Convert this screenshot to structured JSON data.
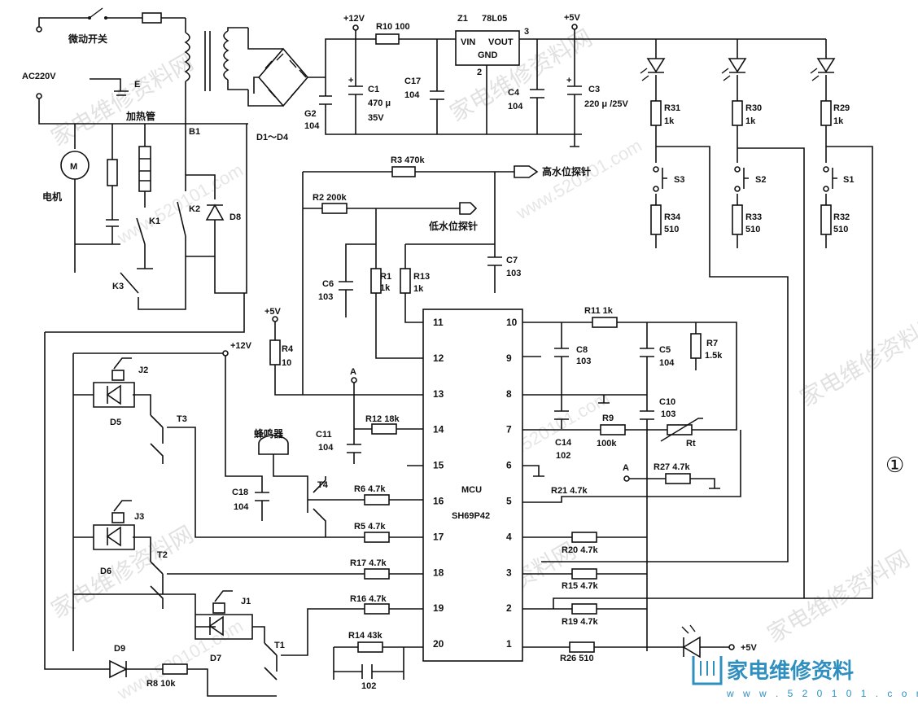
{
  "figure_number": "①",
  "watermark": {
    "site_cn": "家电维修资料网",
    "url": "www.520101.com"
  },
  "brand": {
    "name": "家电维修资料",
    "url": "w w w . 5 2 0 1 0 1 . c o m"
  },
  "power": {
    "mains": "AC220V",
    "micro_switch": "微动开关",
    "earth": "E",
    "heater": "加热管",
    "motor_symbol": "M",
    "motor": "电机",
    "transformer": "B1",
    "bridge": "D1～D4",
    "plus12v": "+12V",
    "plus5v": "+5V"
  },
  "regulator": {
    "ref": "Z1",
    "part": "78L05",
    "vin": "VIN",
    "vout": "VOUT",
    "gnd": "GND",
    "pin_out": "3",
    "pin_gnd": "2"
  },
  "components": {
    "R10": "R10  100",
    "C1": "C1",
    "C1v": "470 μ",
    "C1u": "35V",
    "C2": "G2",
    "C2v": "104",
    "C17": "C17",
    "C17v": "104",
    "C4": "C4",
    "C4v": "104",
    "C3": "C3",
    "C3v": "220 μ /25V",
    "R31": "R31",
    "R30": "R30",
    "R29": "R29",
    "k1": "1k",
    "S1": "S1",
    "S2": "S2",
    "S3": "S3",
    "R34": "R34",
    "R33": "R33",
    "R32": "R32",
    "v510": "510",
    "R3": "R3  470k",
    "R2": "R2  200k",
    "R1": "R1",
    "R13": "R13",
    "C6": "C6",
    "C6v": "103",
    "C7": "C7",
    "C7v": "103",
    "R4": "R4",
    "R4v": "10",
    "R12": "R12  18k",
    "C11": "C11",
    "C11v": "104",
    "buzzer": "蜂鸣器",
    "C18": "C18",
    "C18v": "104",
    "R6": "R6  4.7k",
    "R5": "R5  4.7k",
    "R17": "R17  4.7k",
    "R16": "R16  4.7k",
    "R14": "R14  43k",
    "C102": "102",
    "R11": "R11  1k",
    "C8": "C8",
    "C8v": "103",
    "C5": "C5",
    "C5v": "104",
    "R7": "R7",
    "R7v": "1.5k",
    "C10": "C10",
    "C10v": "103",
    "C14": "C14",
    "C14v": "102",
    "R9": "R9",
    "R9v": "100k",
    "Rt": "Rt",
    "R27": "R27  4.7k",
    "R21": "R21  4.7k",
    "R20": "R20  4.7k",
    "R15": "R15  4.7k",
    "R19": "R19  4.7k",
    "R26": "R26  510",
    "J1": "J1",
    "J2": "J2",
    "J3": "J3",
    "D5": "D5",
    "D6": "D6",
    "D7": "D7",
    "D8": "D8",
    "D9": "D9",
    "T1": "T1",
    "T2": "T2",
    "T3": "T3",
    "T4": "T4",
    "K1": "K1",
    "K2": "K2",
    "K3": "K3",
    "R8": "R8  10k",
    "A": "A"
  },
  "probes": {
    "high": "高水位探针",
    "low": "低水位探针"
  },
  "mcu": {
    "title": "MCU",
    "part": "SH69P42",
    "left_pins": [
      "11",
      "12",
      "13",
      "14",
      "15",
      "16",
      "17",
      "18",
      "19",
      "20"
    ],
    "right_pins": [
      "10",
      "9",
      "8",
      "7",
      "6",
      "5",
      "4",
      "3",
      "2",
      "1"
    ]
  }
}
